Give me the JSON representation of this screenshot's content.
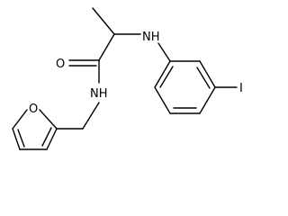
{
  "molecule": {
    "atom_labels": {
      "amide_nitrogen": "NH",
      "carbonyl_oxygen": "O",
      "amine_nitrogen": "NH",
      "furan_oxygen": "O",
      "iodine": "I"
    },
    "colors": {
      "bond": "#000000",
      "label": "#000000",
      "background": "#ffffff"
    }
  }
}
